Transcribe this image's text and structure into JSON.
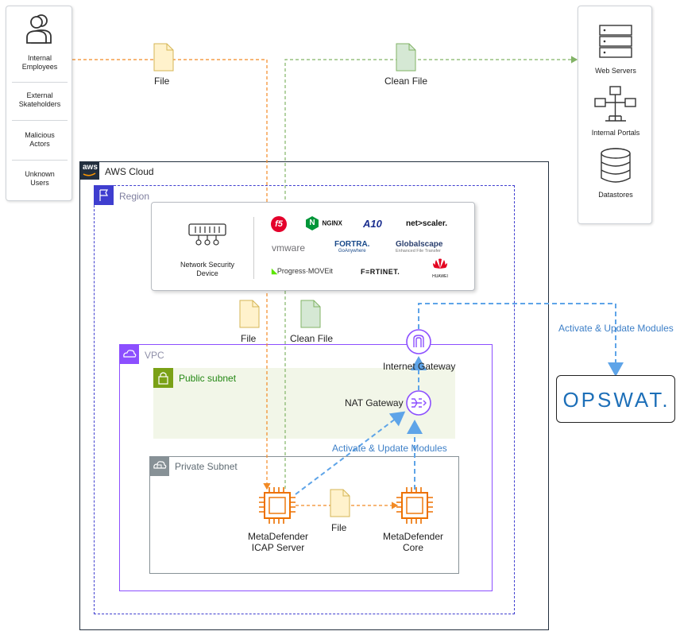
{
  "users": [
    {
      "label_line1": "Internal",
      "label_line2": "Employees"
    },
    {
      "label_line1": "External",
      "label_line2": "Skateholders"
    },
    {
      "label_line1": "Malicious",
      "label_line2": "Actors"
    },
    {
      "label_line1": "Unknown",
      "label_line2": "Users"
    }
  ],
  "flows": {
    "file_top": "File",
    "clean_file_top": "Clean File",
    "file_mid": "File",
    "clean_file_mid": "Clean File",
    "file_bottom": "File",
    "activate_right": "Activate & Update Modules",
    "activate_vpc": "Activate & Update Modules"
  },
  "servers": {
    "web": "Web Servers",
    "portals": "Internal Portals",
    "datastores": "Datastores"
  },
  "aws": {
    "cloud_label": "AWS Cloud",
    "logo_text": "aws",
    "region_label": "Region",
    "vpc_label": "VPC",
    "public_subnet_label": "Public subnet",
    "private_subnet_label": "Private Subnet",
    "internet_gateway": "Internet Gateway",
    "nat_gateway": "NAT Gateway",
    "icap_line1": "MetaDefender",
    "icap_line2": "ICAP Server",
    "core_line1": "MetaDefender",
    "core_line2": "Core"
  },
  "nsd": {
    "label_line1": "Network Security",
    "label_line2": "Device",
    "vendors": {
      "f5": "f5",
      "nginx": "NGINX",
      "nginx_n": "N",
      "a10": "A10",
      "netscaler": "net>scaler.",
      "vmware": "vmware",
      "fortra": "FORTRA.",
      "fortra_sub": "GoAnywhere",
      "globalscape": "Globalscape",
      "globalscape_sub": "Enhanced File Transfer",
      "progress": "Progress·MOVEit",
      "fortinet": "F≡RTINET.",
      "huawei": "HUAWEI"
    }
  },
  "opswat": {
    "logo": "OPSWAT."
  },
  "colors": {
    "orange": "#f28a25",
    "green": "#82b366",
    "blue": "#5ea4e8",
    "purple": "#8c4fff",
    "region_blue": "#3f3ecf",
    "file_fill": "#fff2cc",
    "clean_fill": "#d5e8d4"
  }
}
